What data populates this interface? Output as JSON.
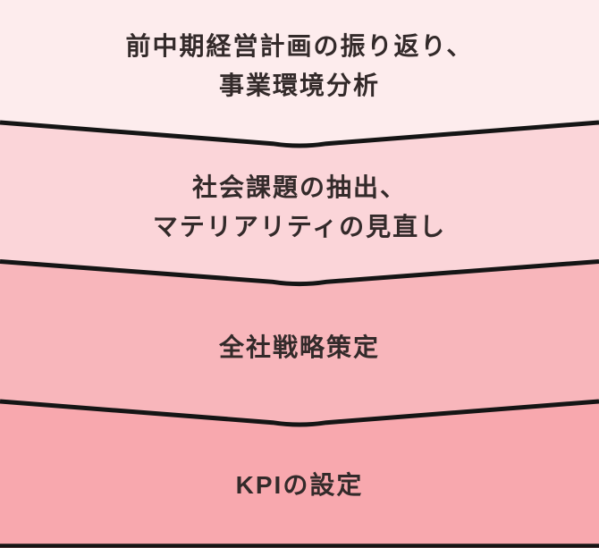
{
  "diagram": {
    "bands": [
      {
        "lines": [
          "前中期経営計画の振り返り、",
          "事業環境分析"
        ],
        "fill": "#fdeced"
      },
      {
        "lines": [
          "社会課題の抽出、",
          "マテリアリティの見直し"
        ],
        "fill": "#fbd5d9"
      },
      {
        "lines": [
          "全社戦略策定"
        ],
        "fill": "#f8b6bb"
      },
      {
        "lines": [
          "KPIの設定"
        ],
        "fill": "#f8a8ae"
      }
    ],
    "colors": {
      "divider": "#151515",
      "text": "#332a2a"
    }
  }
}
